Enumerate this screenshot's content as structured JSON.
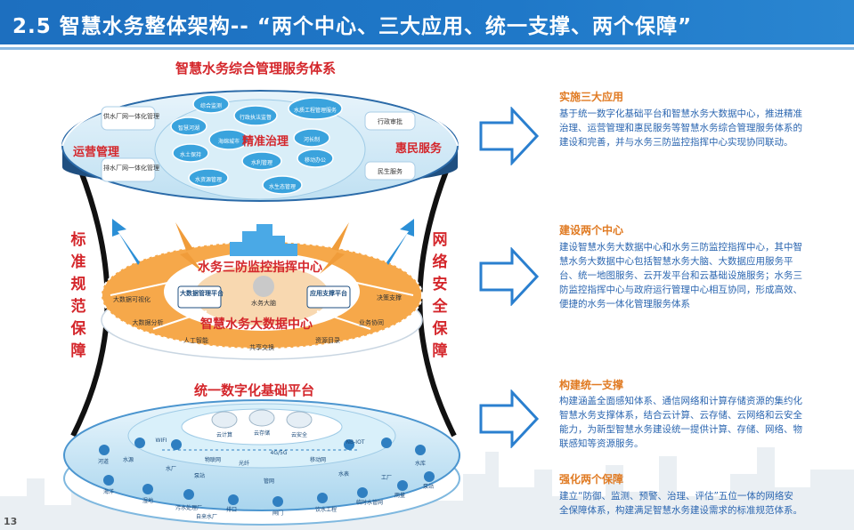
{
  "title": "2.5 智慧水务整体架构-- “两个中心、三大应用、统一支撑、两个保障”",
  "page_number": "13",
  "diagram": {
    "top_title": "智慧水务综合管理服务体系",
    "top_left": "运营管理",
    "top_center": "精准治理",
    "top_right": "惠民服务",
    "top_left_items": [
      "供水厂网一体化管理",
      "排水厂网一体化管理"
    ],
    "top_center_items": [
      "综合监测",
      "行政执法监督",
      "水质工程管理服务",
      "智慧河湖",
      "海绵城市",
      "河长制",
      "水土保持",
      "水利管理",
      "移动办公",
      "水资源管理",
      "水生态管理"
    ],
    "top_right_items": [
      "行政审批",
      "民生服务"
    ],
    "middle_title1": "水务三防监控指挥中心",
    "middle_title2": "智慧水务大数据中心",
    "middle_items": [
      "大数据管理平台",
      "水务大脑",
      "应用支撑平台",
      "大数据可视化",
      "决策支撑",
      "大数据分析",
      "业务协同",
      "人工智能",
      "共享交换",
      "资源目录"
    ],
    "left_vertical": [
      "标",
      "准",
      "规",
      "范",
      "保",
      "障"
    ],
    "right_vertical": [
      "网",
      "络",
      "安",
      "全",
      "保",
      "障"
    ],
    "bottom_title": "统一数字化基础平台",
    "bottom_items": [
      "云计算",
      "云存储",
      "云安全",
      "WIFI",
      "NB-IOT",
      "4G/5G",
      "物联网",
      "光纤",
      "移动网",
      "水源",
      "水厂",
      "泵站",
      "管网",
      "水表",
      "河道",
      "水库",
      "排口",
      "工厂",
      "海洋",
      "湿地",
      "污水处理厂",
      "自来水厂",
      "闸门",
      "饮水工程",
      "临时水管网",
      "雨量",
      "泵站"
    ]
  },
  "sections": [
    {
      "head": "实施三大应用",
      "lines": [
        "基于统一数字化基础平台和智慧水务大数据中心，推进精准",
        "治理、运营管理和惠民服务等智慧水务综合管理服务体系的",
        "建设和完善，并与水务三防监控指挥中心实现协同联动。"
      ]
    },
    {
      "head": "建设两个中心",
      "lines": [
        "建设智慧水务大数据中心和水务三防监控指挥中心，其中智",
        "慧水务大数据中心包括智慧水务大脑、大数据应用服务平",
        "台、统一地图服务、云开发平台和云基础设施服务；水务三",
        "防监控指挥中心与政府运行管理中心相互协同，形成高效、",
        "便捷的水务一体化管理服务体系"
      ]
    },
    {
      "head": "构建统一支撑",
      "lines": [
        "构建涵盖全面感知体系、通信网络和计算存储资源的集约化",
        "智慧水务支撑体系，结合云计算、云存储、云网络和云安全",
        "能力，为新型智慧水务建设统一提供计算、存储、网络、物",
        "联感知等资源服务。"
      ]
    },
    {
      "head": "强化两个保障",
      "lines": [
        "建立“防御、监测、预警、治理、评估”五位一体的网络安",
        "全保障体系，构建满足智慧水务建设需求的标准规范体系。"
      ]
    }
  ]
}
